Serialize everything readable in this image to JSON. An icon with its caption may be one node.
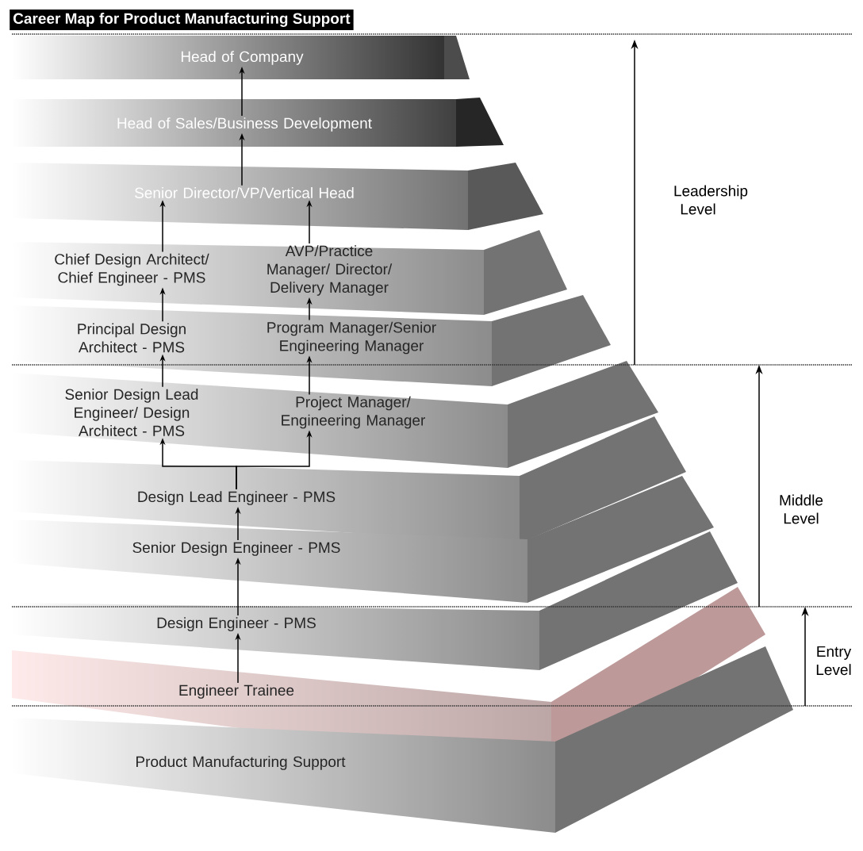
{
  "diagram": {
    "title": "Career Map for Product Manufacturing Support",
    "nodes": [
      {
        "text": [
          "Head of Company"
        ]
      },
      {
        "text": [
          "Head of Sales/Business Development"
        ]
      },
      {
        "text": [
          "Senior Director/VP/Vertical Head"
        ]
      },
      {
        "text": [
          "Chief Design Architect/ Chief Engineer - PMS"
        ]
      },
      {
        "text": [
          "AVP/Practice Manager/ Director/ Delivery Manager"
        ]
      },
      {
        "text": [
          "Principal Design Architect - PMS"
        ]
      },
      {
        "text": [
          "Program Manager/Senior Engineering Manager"
        ]
      },
      {
        "text": [
          "Senior Design Lead Engineer/ Design Architect - PMS"
        ]
      },
      {
        "text": [
          "Project Manager/ Engineering Manager"
        ]
      },
      {
        "text": [
          "Design Lead Engineer - PMS"
        ]
      },
      {
        "text": [
          "Senior Design Engineer - PMS"
        ]
      },
      {
        "text": [
          "Design Engineer - PMS"
        ]
      },
      {
        "text": [
          "Engineer Trainee"
        ]
      },
      {
        "text": [
          "Product Manufacturing Support"
        ]
      }
    ],
    "edges": [
      {
        "from": 1,
        "to": 0,
        "arrow": "to"
      },
      {
        "from": 2,
        "to": 1,
        "arrow": "to"
      },
      {
        "from": 3,
        "to": 2,
        "arrow": "to"
      },
      {
        "from": 4,
        "to": 2,
        "arrow": "to"
      },
      {
        "from": 5,
        "to": 3,
        "arrow": "to"
      },
      {
        "from": 6,
        "to": 4,
        "arrow": "to"
      },
      {
        "from": 7,
        "to": 5,
        "arrow": "to"
      },
      {
        "from": 8,
        "to": 6,
        "arrow": "to"
      },
      {
        "from": 9,
        "to": 7,
        "arrow": "to"
      },
      {
        "from": 9,
        "to": 8,
        "arrow": "to"
      },
      {
        "from": 10,
        "to": 9,
        "arrow": "to"
      },
      {
        "from": 11,
        "to": 10,
        "arrow": "to"
      },
      {
        "from": 12,
        "to": 11,
        "arrow": "to"
      }
    ],
    "labels": [
      "Leadership Level",
      "Middle Level",
      "Entry Level"
    ]
  }
}
